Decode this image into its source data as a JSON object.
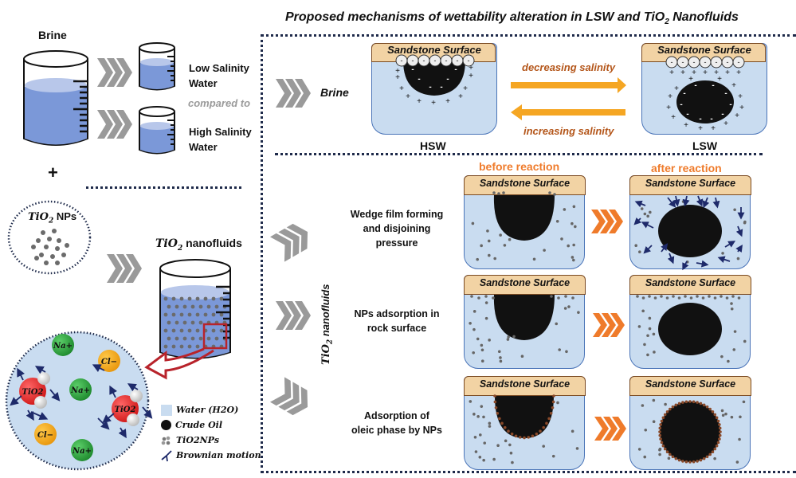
{
  "title": "Proposed mechanisms of wettability alteration in LSW and TiO",
  "title_sub": "2",
  "title_tail": " Nanofluids",
  "left": {
    "brine_label": "Brine",
    "low_salinity": [
      "Low Salinity",
      "Water"
    ],
    "compared_to": "compared to",
    "high_salinity": [
      "High Salinity",
      "Water"
    ],
    "plus": "+",
    "nps_label_math": "TiO",
    "nps_label_sub": "2",
    "nps_label_tail": " NPs",
    "nanofluids_label_math": "TiO",
    "nanofluids_label_sub": "2",
    "nanofluids_label_tail": " nanofluids",
    "ions": [
      {
        "label": "Na+",
        "type": "sodium",
        "color": "#2e9e3c"
      },
      {
        "label": "Cl−",
        "type": "chloride",
        "color": "#f2a71c"
      },
      {
        "label": "TiO2",
        "type": "titanium-dioxide",
        "color": "#e42a2a"
      },
      {
        "label": "Na+",
        "type": "sodium",
        "color": "#2e9e3c"
      },
      {
        "label": "TiO2",
        "type": "titanium-dioxide",
        "color": "#e42a2a"
      },
      {
        "label": "Cl−",
        "type": "chloride",
        "color": "#f2a71c"
      },
      {
        "label": "Na+",
        "type": "sodium",
        "color": "#2e9e3c"
      }
    ],
    "legend": [
      {
        "label": "Water (H2O)",
        "icon": "water-swatch-icon"
      },
      {
        "label": "Crude Oil",
        "icon": "crude-oil-icon"
      },
      {
        "label": "TiO2NPs",
        "icon": "nanoparticles-icon"
      },
      {
        "label": "Brownian motion",
        "icon": "brownian-arrows-icon"
      }
    ]
  },
  "brine_section": {
    "row_label": "Brine",
    "surface_label": "Sandstone Surface",
    "hsw_label": "HSW",
    "lsw_label": "LSW",
    "decreasing": "decreasing salinity",
    "increasing": "increasing salinity",
    "arrow_color": "#f5a623",
    "text_color": "#b4561a"
  },
  "nano_section": {
    "vertical_label_math": "TiO",
    "vertical_label_sub": "2",
    "vertical_label_tail": " nanofluids",
    "before_label": "before reaction",
    "after_label": "after reaction",
    "header_color": "#ef7b2b",
    "rows": [
      {
        "label": [
          "Wedge film forming",
          "and disjoining",
          "pressure"
        ],
        "surface": "Sandstone Surface"
      },
      {
        "label": [
          "NPs adsorption in",
          "rock surface"
        ],
        "surface": "Sandstone Surface"
      },
      {
        "label": [
          "Adsorption of",
          "oleic phase by NPs"
        ],
        "surface": "Sandstone Surface"
      }
    ]
  },
  "colors": {
    "water": "#c9dcf0",
    "water_border": "#4a74b8",
    "sandstone": "#f2d3a4",
    "sandstone_border": "#7a4a22",
    "beaker_liquid": "#7b98d8",
    "beaker_liquid_top": "#b8c7ea",
    "chevron_gray": "#9a9a9a",
    "chevron_orange": "#ef7b2b",
    "dotted_border": "#1e2a4a"
  }
}
